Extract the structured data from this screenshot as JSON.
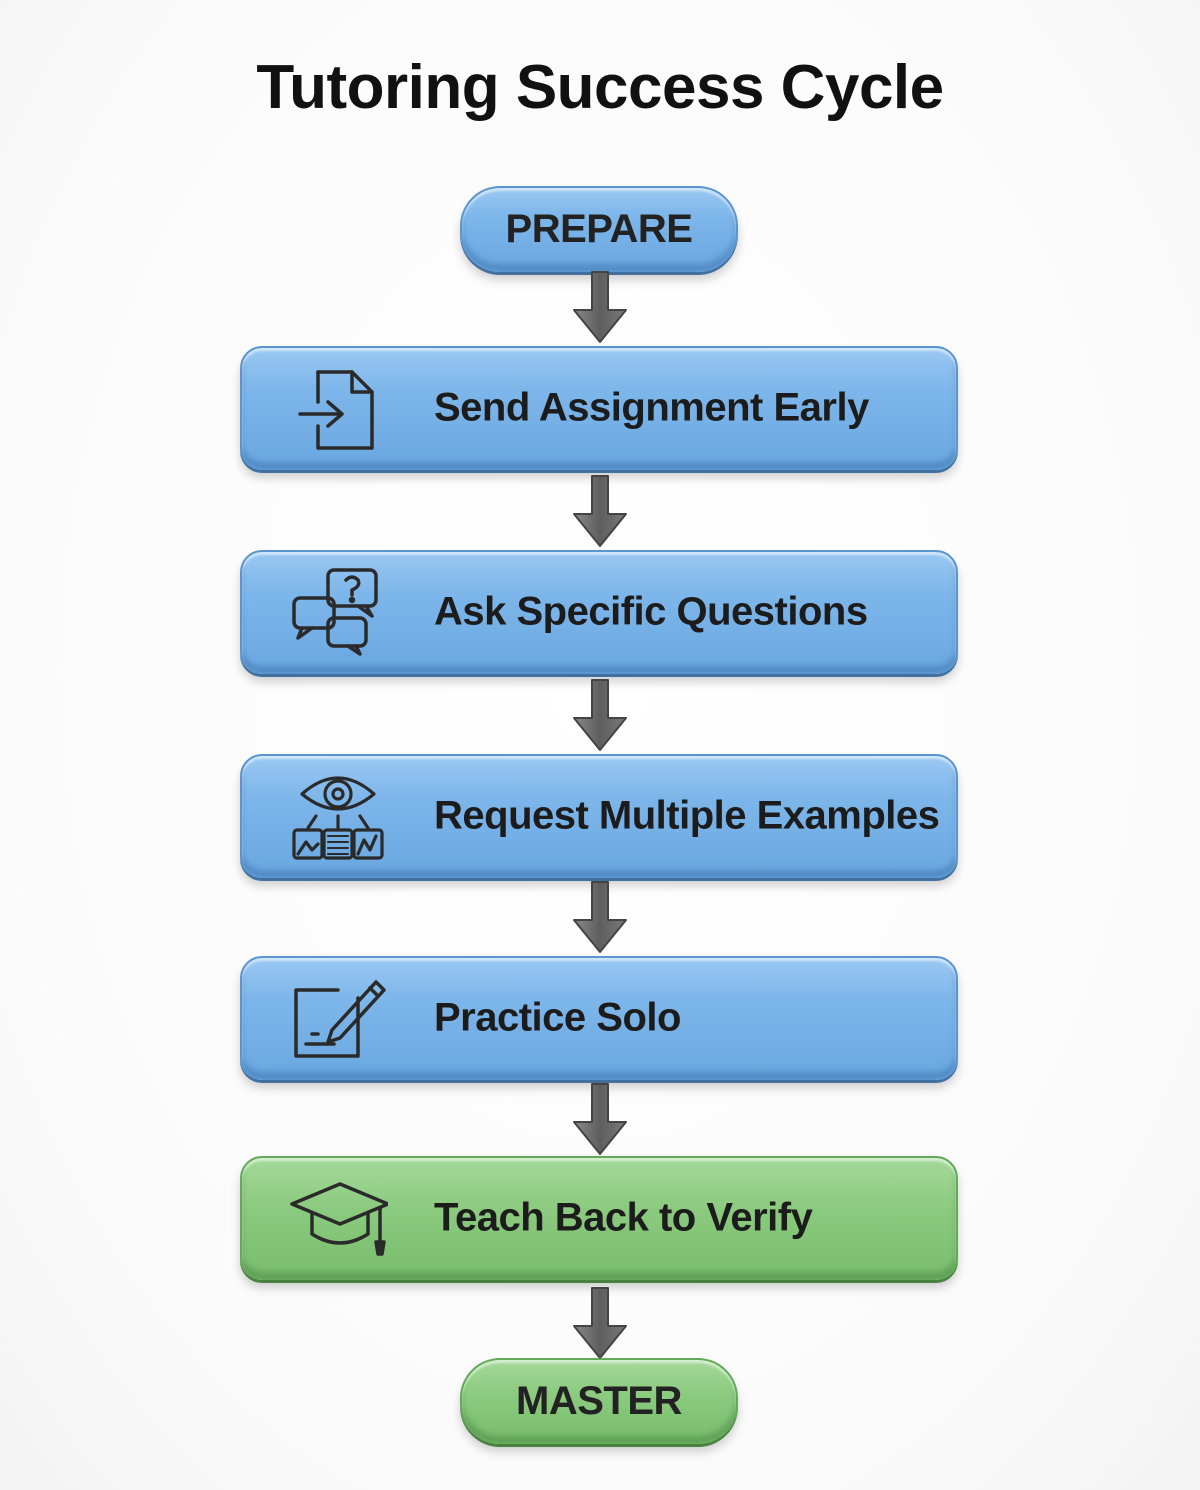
{
  "title": "Tutoring Success Cycle",
  "start_node": {
    "label": "PREPARE",
    "color": "#7db6ea"
  },
  "steps": [
    {
      "label": "Send Assignment Early",
      "icon": "document-send-icon",
      "color": "#7db6ea"
    },
    {
      "label": "Ask Specific Questions",
      "icon": "question-chat-bubbles-icon",
      "color": "#7db6ea"
    },
    {
      "label": "Request Multiple Examples",
      "icon": "eye-images-icon",
      "color": "#7db6ea"
    },
    {
      "label": "Practice Solo",
      "icon": "pencil-notepad-icon",
      "color": "#7db6ea"
    },
    {
      "label": "Teach Back to Verify",
      "icon": "graduation-cap-icon",
      "color": "#8ccb80"
    }
  ],
  "end_node": {
    "label": "MASTER",
    "color": "#8ccb80"
  },
  "arrow_color": "#6e6e6e"
}
